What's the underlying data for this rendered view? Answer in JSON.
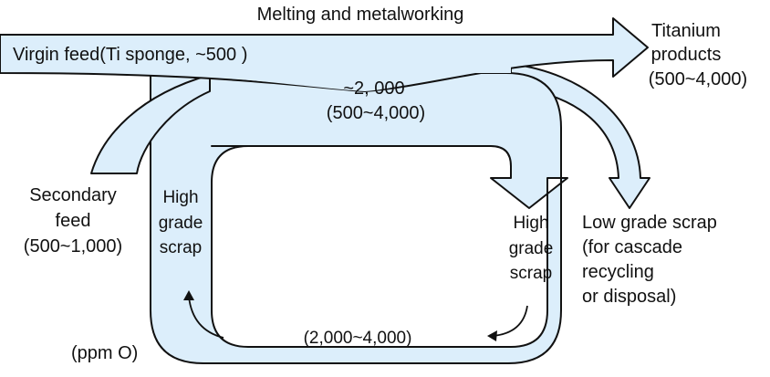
{
  "colors": {
    "flow_fill": "#dceefb",
    "outline": "#111111",
    "background": "#ffffff"
  },
  "labels": {
    "top": "Melting and metalworking",
    "virgin_feed": "Virgin feed(Ti sponge, ~500 )",
    "product_line1": "Titanium",
    "product_line2": "products",
    "product_line3": "(500~4,000)",
    "center_line1": "~2, 000",
    "center_line2": "(500~4,000)",
    "secondary_line1": "Secondary",
    "secondary_line2": "feed",
    "secondary_line3": "(500~1,000)",
    "left_scrap_line1": "High",
    "left_scrap_line2": "grade",
    "left_scrap_line3": "scrap",
    "right_scrap_line1": "High",
    "right_scrap_line2": "grade",
    "right_scrap_line3": "scrap",
    "low_grade_line1": "Low grade scrap",
    "low_grade_line2": "(for cascade",
    "low_grade_line3": "recycling",
    "low_grade_line4": "or disposal)",
    "loop_value": "(2,000~4,000)",
    "units": "(ppm O)"
  }
}
